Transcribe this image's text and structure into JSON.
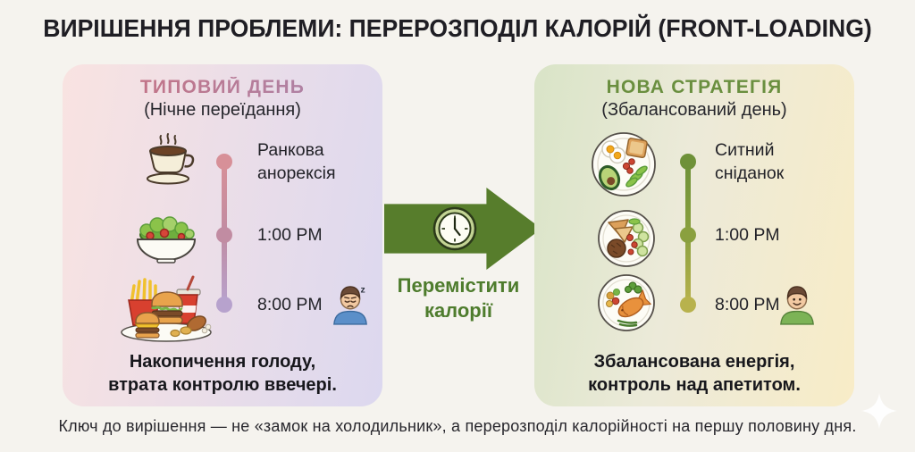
{
  "title": "ВИРІШЕННЯ ПРОБЛЕМИ: ПЕРЕРОЗПОДІЛ КАЛОРІЙ (FRONT-LOADING)",
  "left_panel": {
    "title": "ТИПОВИЙ ДЕНЬ",
    "subtitle": "(Нічне переїдання)",
    "timeline": [
      {
        "icon": "coffee-icon",
        "label": "Ранкова\nанорексія"
      },
      {
        "icon": "salad-bowl-icon",
        "label": "1:00 PM"
      },
      {
        "icon": "fastfood-plate-icon",
        "label": "8:00 PM",
        "status_icon": "sleepy-person-icon"
      }
    ],
    "footer": "Накопичення голоду,\nвтрата контролю ввечері."
  },
  "arrow": {
    "icon": "clock-icon",
    "label": "Перемістити\nкалорії"
  },
  "right_panel": {
    "title": "НОВА СТРАТЕГІЯ",
    "subtitle": "(Збалансований день)",
    "timeline": [
      {
        "icon": "breakfast-plate-icon",
        "label": "Ситний\nсніданок"
      },
      {
        "icon": "lunch-plate-icon",
        "label": "1:00 PM"
      },
      {
        "icon": "dinner-plate-icon",
        "label": "8:00 PM",
        "status_icon": "happy-person-icon"
      }
    ],
    "footer": "Збалансована енергія,\nконтроль над апетитом."
  },
  "caption": "Ключ до вирішення — не «замок на холодильник», а перерозподіл калорійності на першу половину дня.",
  "icons": {
    "sleep_z": "z",
    "watermark": "sparkle-icon"
  },
  "colors": {
    "background": "#f5f3ee",
    "title_text": "#1f1e24",
    "left_panel_gradient": [
      "#f9e3e1",
      "#dcd8ef"
    ],
    "right_panel_gradient": [
      "#d9e4c7",
      "#f8ecc7"
    ],
    "left_accent_start": "#ca6e7b",
    "left_accent_end": "#a787b0",
    "right_accent": "#6a8f3f",
    "arrow_green": "#577d2c",
    "arrow_label_green": "#4e7c2d",
    "timeline_left": [
      "#d79098",
      "#c18ca2",
      "#b7a2cd"
    ],
    "timeline_right": [
      "#6e9138",
      "#8aa03f",
      "#b8b24d"
    ]
  }
}
